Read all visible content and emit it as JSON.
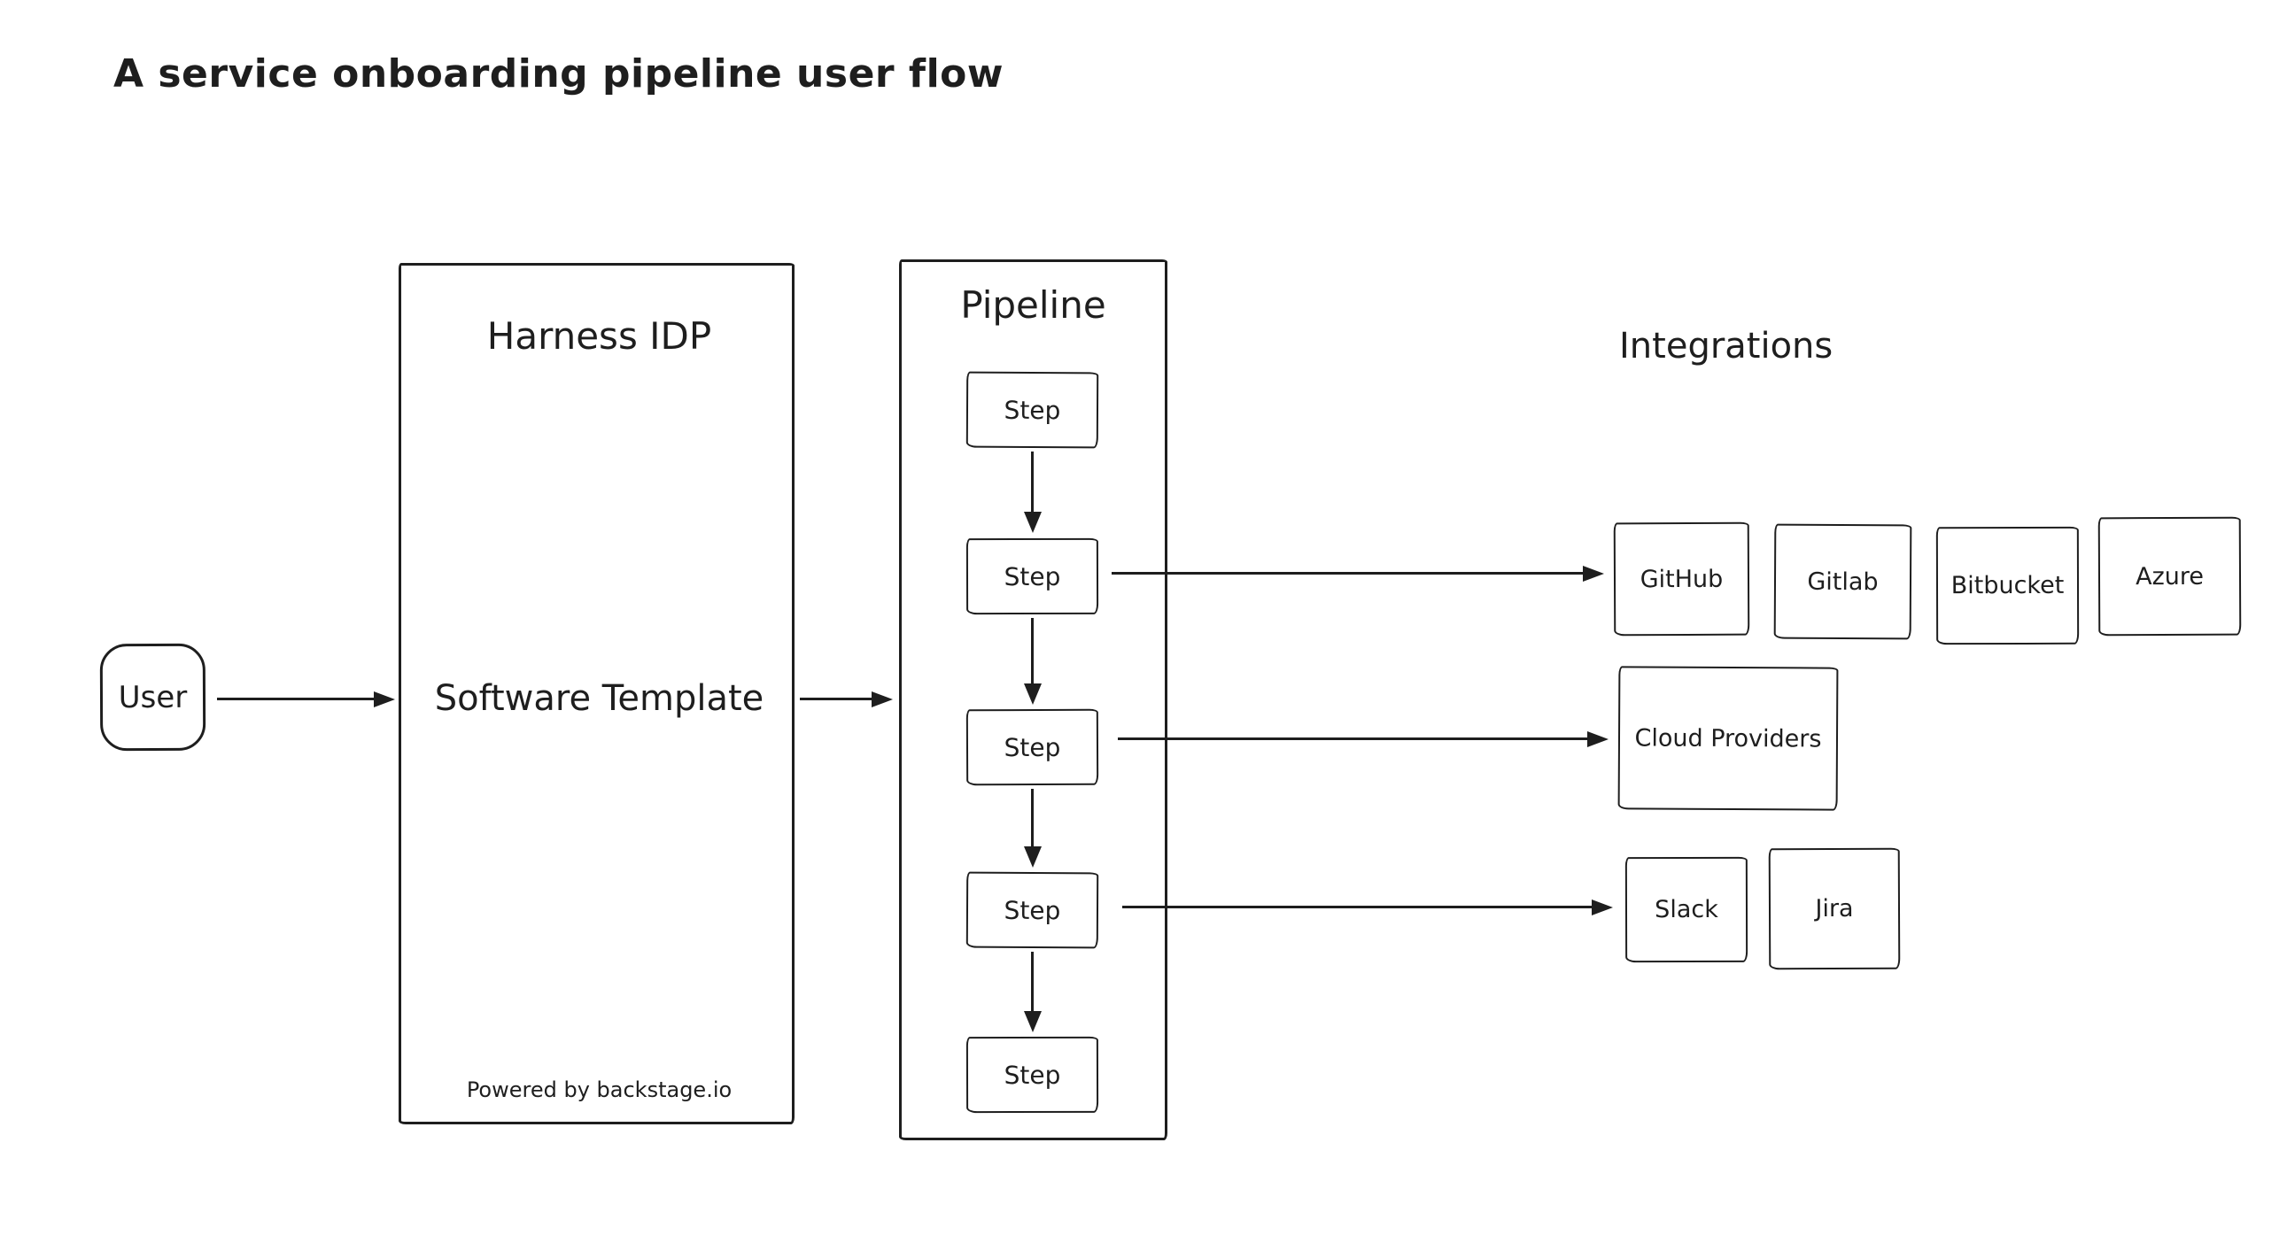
{
  "colors": {
    "stroke": "#1e1e1e",
    "background": "#ffffff"
  },
  "title": "A service onboarding pipeline user flow",
  "user": {
    "label": "User"
  },
  "harness": {
    "title": "Harness IDP",
    "label": "Software Template",
    "footer": "Powered by backstage.io"
  },
  "pipeline": {
    "title": "Pipeline",
    "steps": [
      "Step",
      "Step",
      "Step",
      "Step",
      "Step"
    ]
  },
  "integrations": {
    "title": "Integrations",
    "scm": [
      "GitHub",
      "Gitlab",
      "Bitbucket",
      "Azure"
    ],
    "cloud": "Cloud Providers",
    "collab": [
      "Slack",
      "Jira"
    ]
  }
}
